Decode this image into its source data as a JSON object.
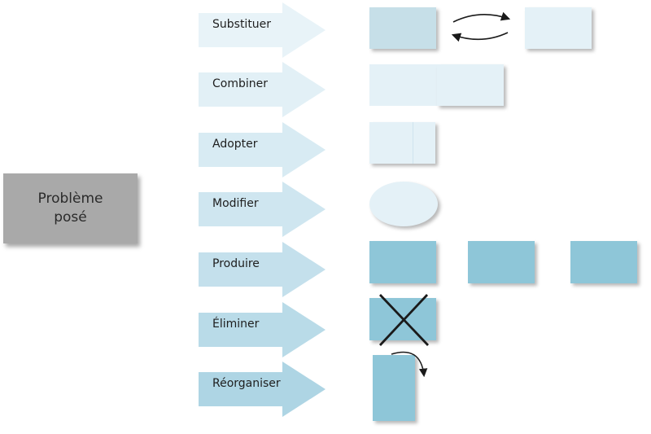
{
  "problem": {
    "label": "Problème\nposé"
  },
  "steps": [
    {
      "label": "Substituer",
      "color": "#e8f3f8"
    },
    {
      "label": "Combiner",
      "color": "#e2f0f6"
    },
    {
      "label": "Adopter",
      "color": "#d8ebf3"
    },
    {
      "label": "Modifier",
      "color": "#cfe6f0"
    },
    {
      "label": "Produire",
      "color": "#c4e0ec"
    },
    {
      "label": "Éliminer",
      "color": "#b9dbe8"
    },
    {
      "label": "Réorganiser",
      "color": "#aed5e4"
    }
  ],
  "colors": {
    "problem_box": "#a9a9a9",
    "box_light": "#e4f1f7",
    "box_mid": "#c6dfe8",
    "box_dark": "#8ec6d8",
    "stroke": "#1a1a1a"
  }
}
